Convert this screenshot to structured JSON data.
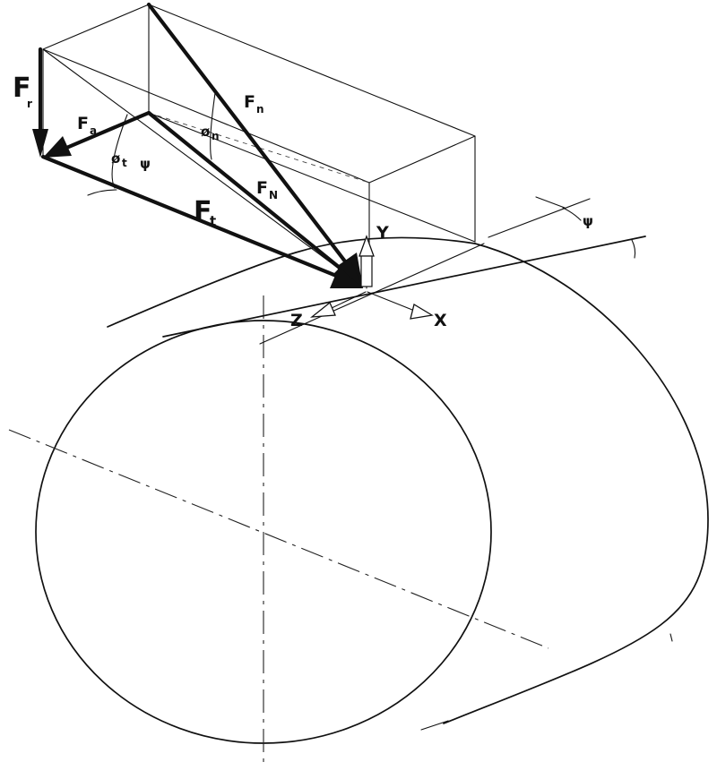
{
  "labels": {
    "fr": "F",
    "fr_sub": "r",
    "fa": "F",
    "fa_sub": "a",
    "fn_top": "F",
    "fn_top_sub": "n",
    "fn_mid": "F",
    "fn_mid_sub": "N",
    "ft": "F",
    "ft_sub": "t",
    "phi_t": "ø",
    "phi_t_sub": "t",
    "phi_n": "ø",
    "phi_n_sub": "n",
    "psi_left": "ψ",
    "psi_right": "ψ",
    "axis_x": "X",
    "axis_y": "Y",
    "axis_z": "Z"
  },
  "colors": {
    "ink": "#111111",
    "paper": "#ffffff"
  }
}
